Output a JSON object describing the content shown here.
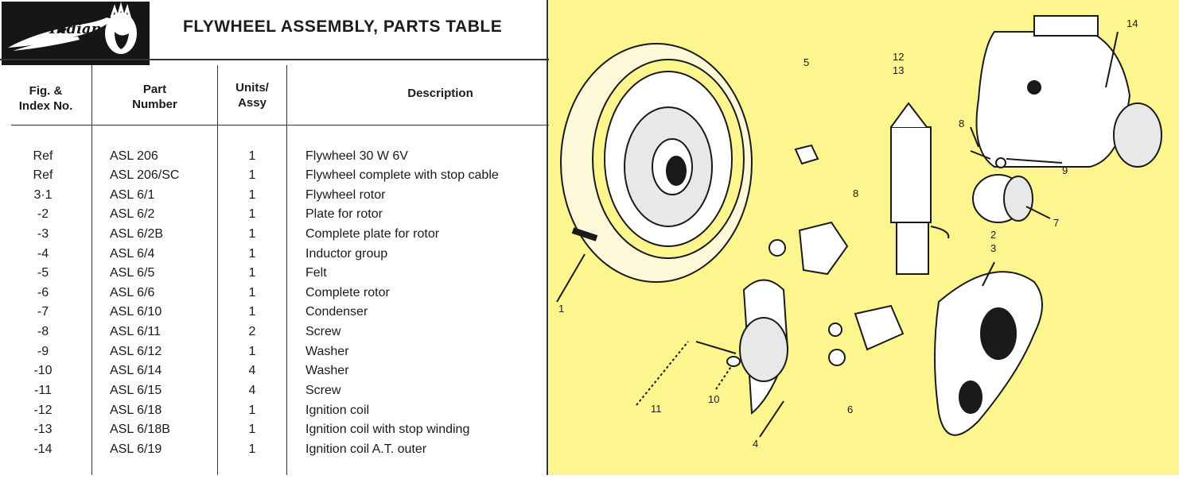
{
  "title": "FLYWHEEL ASSEMBLY, PARTS TABLE",
  "logo": {
    "brand": "Indian"
  },
  "headers": {
    "fig_line1": "Fig. &",
    "fig_line2": "Index No.",
    "part_line1": "Part",
    "part_line2": "Number",
    "units_line1": "Units/",
    "units_line2": "Assy",
    "description": "Description"
  },
  "rows": [
    {
      "fig": "Ref",
      "part": "ASL 206",
      "units": "1",
      "desc": "Flywheel 30 W 6V"
    },
    {
      "fig": "Ref",
      "part": "ASL 206/SC",
      "units": "1",
      "desc": "Flywheel complete with stop cable"
    },
    {
      "fig": "3·1",
      "part": "ASL 6/1",
      "units": "1",
      "desc": "Flywheel rotor"
    },
    {
      "fig": "-2",
      "part": "ASL 6/2",
      "units": "1",
      "desc": "Plate for rotor"
    },
    {
      "fig": "-3",
      "part": "ASL 6/2B",
      "units": "1",
      "desc": "Complete plate for rotor"
    },
    {
      "fig": "-4",
      "part": "ASL 6/4",
      "units": "1",
      "desc": "Inductor group"
    },
    {
      "fig": "-5",
      "part": "ASL 6/5",
      "units": "1",
      "desc": "Felt"
    },
    {
      "fig": "-6",
      "part": "ASL 6/6",
      "units": "1",
      "desc": "Complete rotor"
    },
    {
      "fig": "-7",
      "part": "ASL 6/10",
      "units": "1",
      "desc": "Condenser"
    },
    {
      "fig": "-8",
      "part": "ASL 6/11",
      "units": "2",
      "desc": "Screw"
    },
    {
      "fig": "-9",
      "part": "ASL 6/12",
      "units": "1",
      "desc": "Washer"
    },
    {
      "fig": "-10",
      "part": "ASL 6/14",
      "units": "4",
      "desc": "Washer"
    },
    {
      "fig": "-11",
      "part": "ASL 6/15",
      "units": "4",
      "desc": "Screw"
    },
    {
      "fig": "-12",
      "part": "ASL 6/18",
      "units": "1",
      "desc": "Ignition coil"
    },
    {
      "fig": "-13",
      "part": "ASL 6/18B",
      "units": "1",
      "desc": "Ignition coil with stop winding"
    },
    {
      "fig": "-14",
      "part": "ASL 6/19",
      "units": "1",
      "desc": "Ignition coil A.T. outer"
    }
  ],
  "callouts": {
    "c1": "1",
    "c2": "2",
    "c3": "3",
    "c4": "4",
    "c5": "5",
    "c6": "6",
    "c7": "7",
    "c8a": "8",
    "c8b": "8",
    "c9": "9",
    "c10": "10",
    "c11": "11",
    "c12": "12",
    "c13": "13",
    "c14": "14"
  },
  "colors": {
    "diagram_bg": "#fdf68f",
    "ink": "#1a1a1a",
    "logo_bg": "#161616"
  }
}
